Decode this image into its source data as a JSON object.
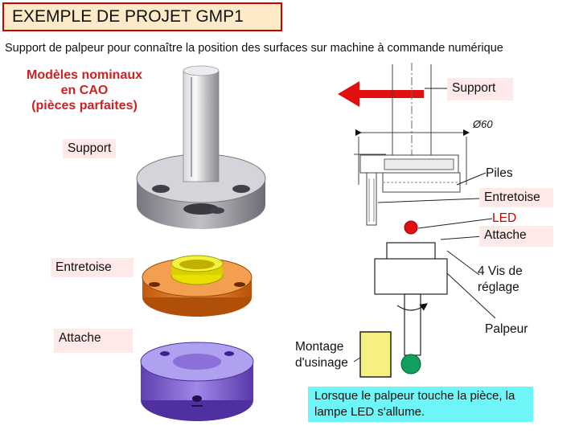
{
  "title": "EXEMPLE DE PROJET GMP1",
  "subtitle": "Support de palpeur pour connaître la position des surfaces sur machine à commande numérique",
  "cad_label": [
    "Modèles nominaux",
    "en CAO",
    "(pièces parfaites)"
  ],
  "left_labels": {
    "support": "Support",
    "entretoise": "Entretoise",
    "attache": "Attache"
  },
  "right_labels": {
    "support": "Support",
    "diameter": "Ø60",
    "piles": "Piles",
    "entretoise": "Entretoise",
    "led": "LED",
    "attache": "Attache",
    "vis": [
      "4 Vis de",
      "réglage"
    ],
    "palpeur": "Palpeur",
    "montage": [
      "Montage",
      "d'usinage"
    ]
  },
  "note": "Lorsque le palpeur touche la pièce, la lampe LED s'allume.",
  "colors": {
    "title_border": "#cc0000",
    "title_fill": "#fdebc8",
    "cad_text": "#cc2222",
    "tag_fill": "#fde9e7",
    "note_fill": "#6ef5f8",
    "arrow": "#e01010",
    "led": "#e01010",
    "probe_ball": "#10a060",
    "support_part": "#a9a9b0",
    "entretoise_part": "#e07a20",
    "entretoise_insert": "#e8e000",
    "attache_part": "#8060d0",
    "montage_block": "#f6f080"
  }
}
